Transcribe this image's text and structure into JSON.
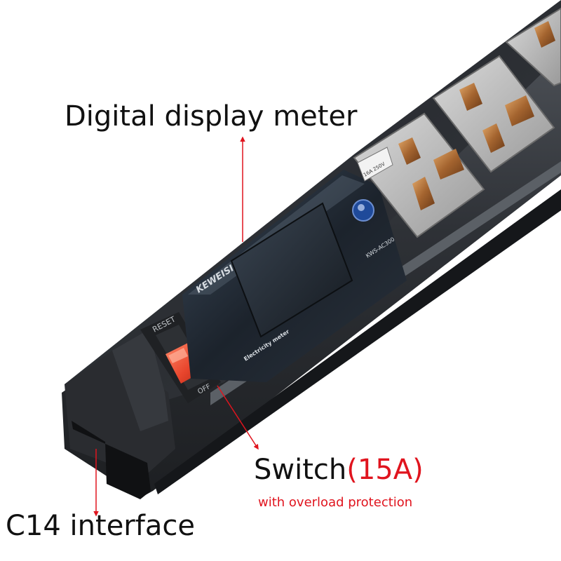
{
  "labels": {
    "display_meter": "Digital display meter",
    "switch": "Switch",
    "switch_rating": "(15A)",
    "overload": "with overload protection",
    "c14": "C14 interface"
  },
  "device_text": {
    "brand": "KEWEISI",
    "model": "KWS-AC300",
    "meter_caption": "Electricity meter",
    "reset": "RESET",
    "off": "OFF",
    "socket_rating": "16A 250V"
  },
  "colors": {
    "annotation_red": "#e0141e",
    "housing": "#2a2d31",
    "switch_red": "#e8452c"
  }
}
